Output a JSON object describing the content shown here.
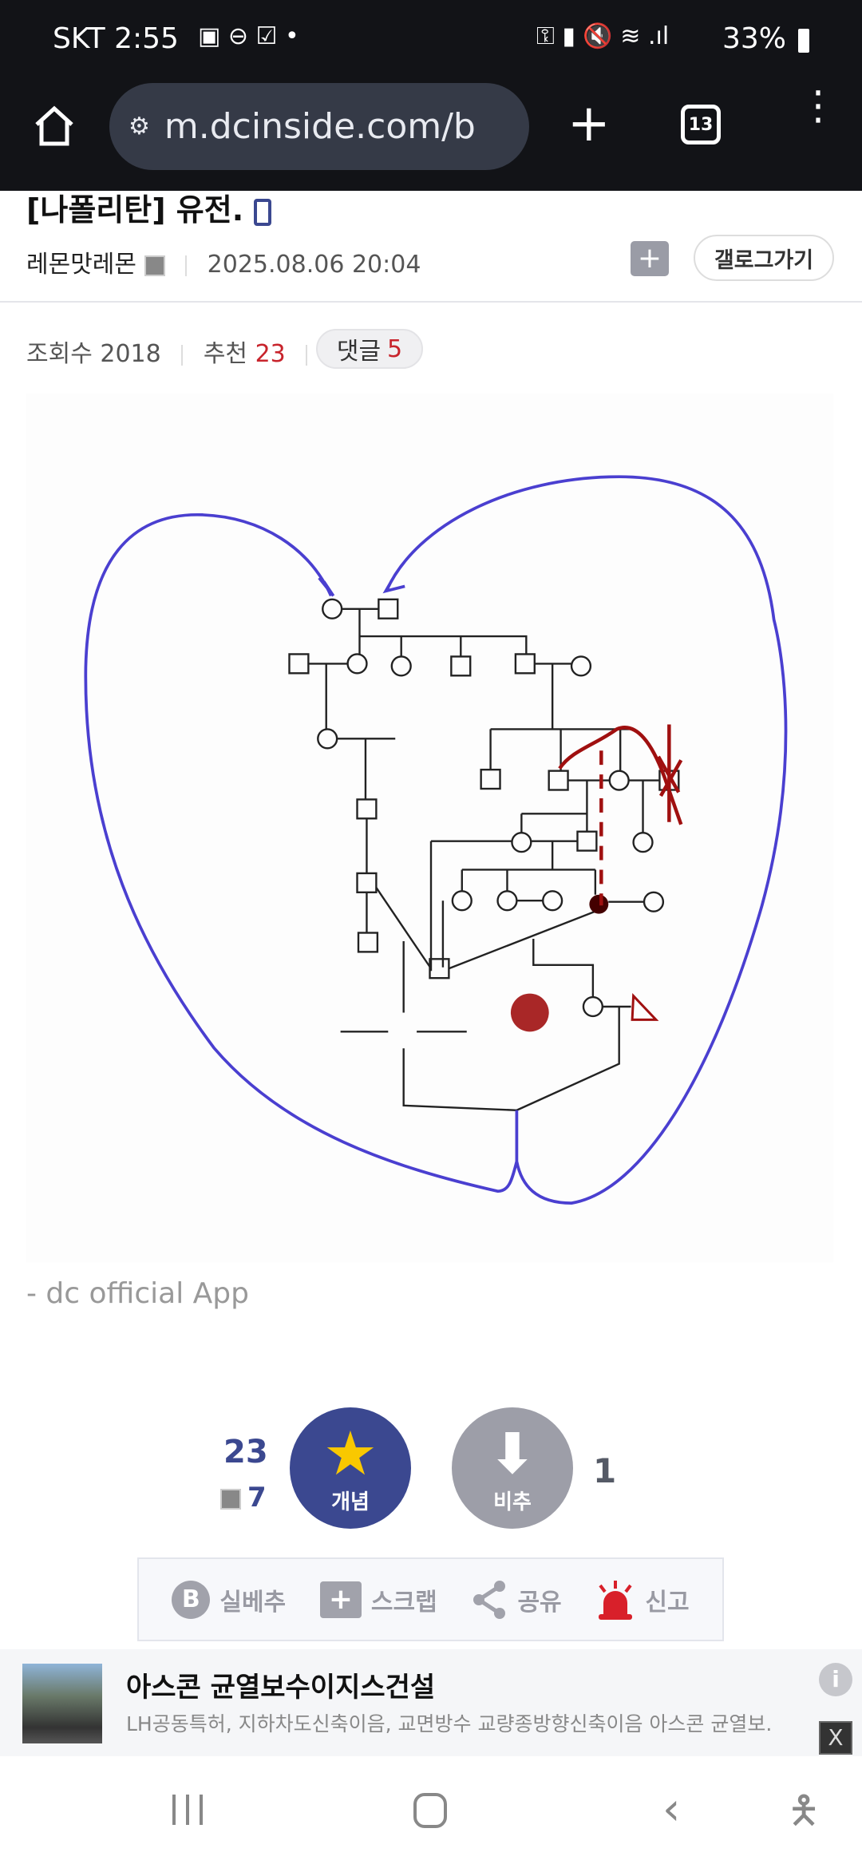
{
  "status_bar": {
    "carrier_time": "SKT 2:55",
    "battery": "33%"
  },
  "browser": {
    "url": "m.dcinside.com/b",
    "tab_count": "13"
  },
  "post": {
    "title": "[나폴리탄] 유전.",
    "author": "레몬맛레몬",
    "date": "2025.08.06 20:04",
    "gallery_button": "갤로그가기",
    "views_label": "조회수",
    "views": "2018",
    "recommend_label": "추천",
    "recommend": "23",
    "comments_label": "댓글",
    "comments": "5",
    "signature": "- dc official App"
  },
  "votes": {
    "up_count": "23",
    "fixed_count": "7",
    "up_label": "개념",
    "down_label": "비추",
    "down_count": "1"
  },
  "actions": [
    {
      "label": "실베추",
      "icon": "b-circle-icon"
    },
    {
      "label": "스크랩",
      "icon": "folder-plus-icon"
    },
    {
      "label": "공유",
      "icon": "share-icon"
    },
    {
      "label": "신고",
      "icon": "siren-icon"
    }
  ],
  "ad": {
    "title": "아스콘 균열보수이지스건설",
    "desc": "LH공동특허, 지하차도신축이음, 교면방수 교량종방향신축이음 아스콘 균열보.",
    "close": "X"
  },
  "colors": {
    "accent": "#3b4890",
    "red": "#c8242c",
    "pen_blue": "#4a3fd0",
    "pen_red": "#a01010"
  }
}
